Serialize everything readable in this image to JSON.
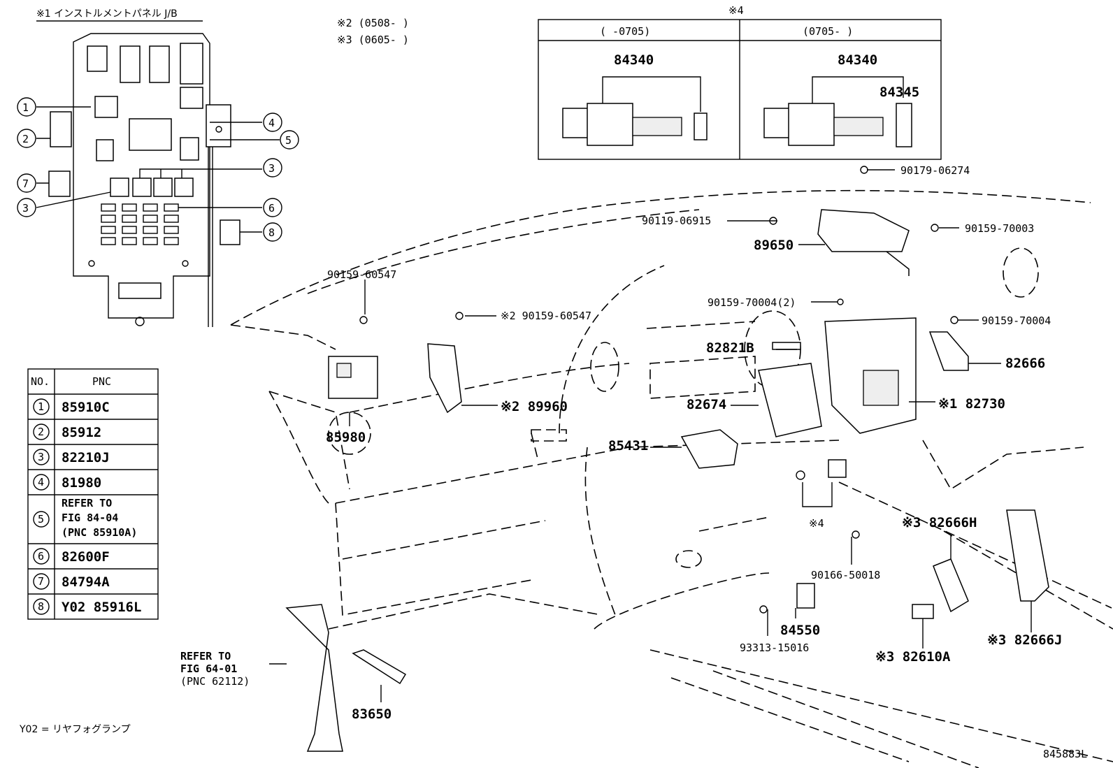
{
  "jb": {
    "title": "※1 インストルメントパネル J/B",
    "callouts": [
      "1",
      "2",
      "7",
      "3",
      "4",
      "5",
      "3",
      "6",
      "8"
    ]
  },
  "date_notes": [
    "※2 (0508-      )",
    "※3 (0605-      )"
  ],
  "inset4": {
    "marker": "※4",
    "left_header": "(      -0705)",
    "right_header": "(0705-      )",
    "left_part": "84340",
    "right_part": "84340",
    "right_sub": "84345"
  },
  "table": {
    "headers": [
      "NO.",
      "PNC"
    ],
    "rows": [
      {
        "no": "1",
        "pnc": [
          "85910C"
        ]
      },
      {
        "no": "2",
        "pnc": [
          "85912"
        ]
      },
      {
        "no": "3",
        "pnc": [
          "82210J"
        ]
      },
      {
        "no": "4",
        "pnc": [
          "81980"
        ]
      },
      {
        "no": "5",
        "pnc": [
          "REFER TO",
          "FIG 84-04",
          "(PNC 85910A)"
        ]
      },
      {
        "no": "6",
        "pnc": [
          "82600F"
        ]
      },
      {
        "no": "7",
        "pnc": [
          "84794A"
        ]
      },
      {
        "no": "8",
        "pnc": [
          "Y02 85916L"
        ]
      }
    ]
  },
  "labels": {
    "p90179": "90179-06274",
    "p90119": "90119-06915",
    "p90159_70003": "90159-70003",
    "p89650": "89650",
    "p90159_60547a": "90159-60547",
    "p90159_60547b": "※2 90159-60547",
    "p90159_70004_2": "90159-70004(2)",
    "p90159_70004": "90159-70004",
    "p82821B": "82821B",
    "p82666": "82666",
    "p82674": "82674",
    "p82730": "※1 82730",
    "p89960": "※2 89960",
    "p85980": "85980",
    "p85431": "85431",
    "p4mark": "※4",
    "p82666H": "※3 82666H",
    "p90166": "90166-50018",
    "p84550": "84550",
    "p93313": "93313-15016",
    "p82610A": "※3 82610A",
    "p82666J": "※3 82666J",
    "p83650": "83650",
    "refer1": "REFER TO",
    "refer2": "FIG 64-01",
    "refer3": "(PNC 62112)"
  },
  "footnote": "Y02 = リヤフォグランプ",
  "figure_id": "845883L"
}
